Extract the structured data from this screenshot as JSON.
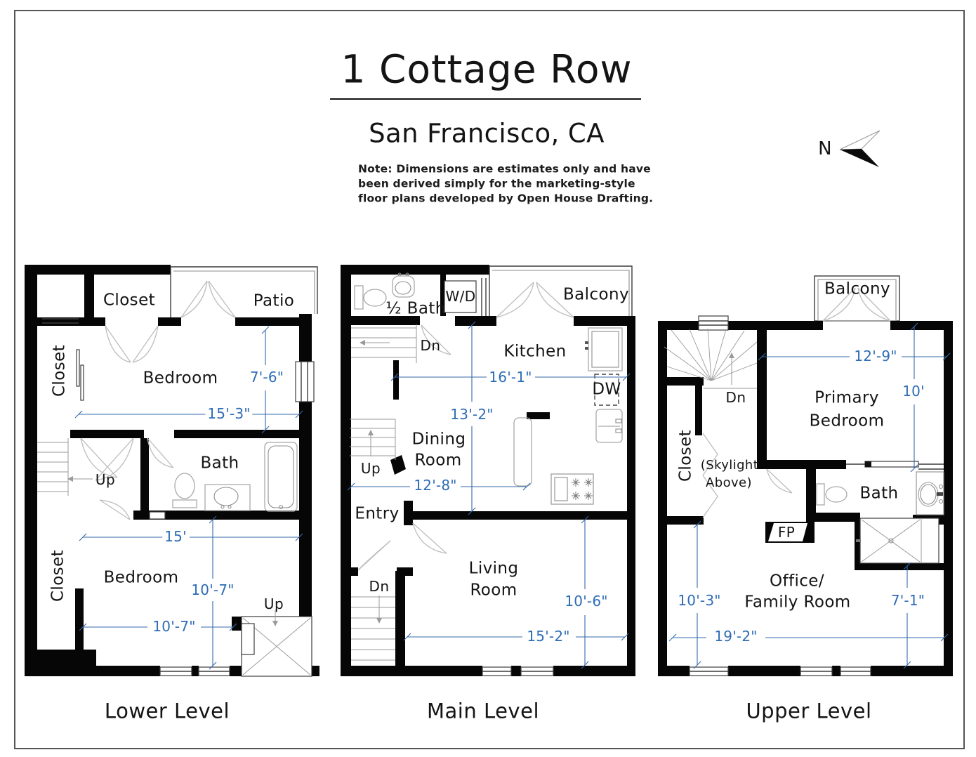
{
  "header": {
    "title": "1 Cottage Row",
    "subtitle": "San Francisco, CA",
    "note_line1": "Note: Dimensions are estimates only and have",
    "note_line2": "been derived simply for the marketing-style",
    "note_line3": "floor plans developed by Open House Drafting.",
    "north_label": "N"
  },
  "colors": {
    "dimension_blue": "#2e6cb5",
    "wall_black": "#060606"
  },
  "lower": {
    "title": "Lower Level",
    "closet_top": "Closet",
    "patio": "Patio",
    "bedroom_upper": "Bedroom",
    "closet_left": "Closet",
    "bath": "Bath",
    "up_mid": "Up",
    "closet_lower": "Closet",
    "bedroom_lower": "Bedroom",
    "up_lower": "Up",
    "dim_bedroom_width": "7'-6\"",
    "dim_bedroom_length": "15'-3\"",
    "dim_hall": "15'",
    "dim_bedroom2_depth": "10'-7\"",
    "dim_bedroom2_width": "10'-7\""
  },
  "main": {
    "title": "Main Level",
    "half_bath": "½ Bath",
    "wd": "W/D",
    "balcony": "Balcony",
    "dn_upper": "Dn",
    "kitchen": "Kitchen",
    "dw": "DW",
    "dining_line1": "Dining",
    "dining_line2": "Room",
    "up": "Up",
    "entry": "Entry",
    "dn_lower": "Dn",
    "living_line1": "Living",
    "living_line2": "Room",
    "dim_kitchen": "16'-1\"",
    "dim_depth": "13'-2\"",
    "dim_dining": "12'-8\"",
    "dim_living_depth": "10'-6\"",
    "dim_living_width": "15'-2\""
  },
  "upper": {
    "title": "Upper Level",
    "balcony": "Balcony",
    "dn": "Dn",
    "primary_line1": "Primary",
    "primary_line2": "Bedroom",
    "closet": "Closet",
    "skylight_line1": "(Skylight",
    "skylight_line2": "Above)",
    "bath": "Bath",
    "fp": "FP",
    "office_line1": "Office/",
    "office_line2": "Family Room",
    "dim_bedroom_width": "12'-9\"",
    "dim_bedroom_depth": "10'",
    "dim_office_depth": "10'-3\"",
    "dim_bath_side": "7'-1\"",
    "dim_office_width": "19'-2\""
  }
}
